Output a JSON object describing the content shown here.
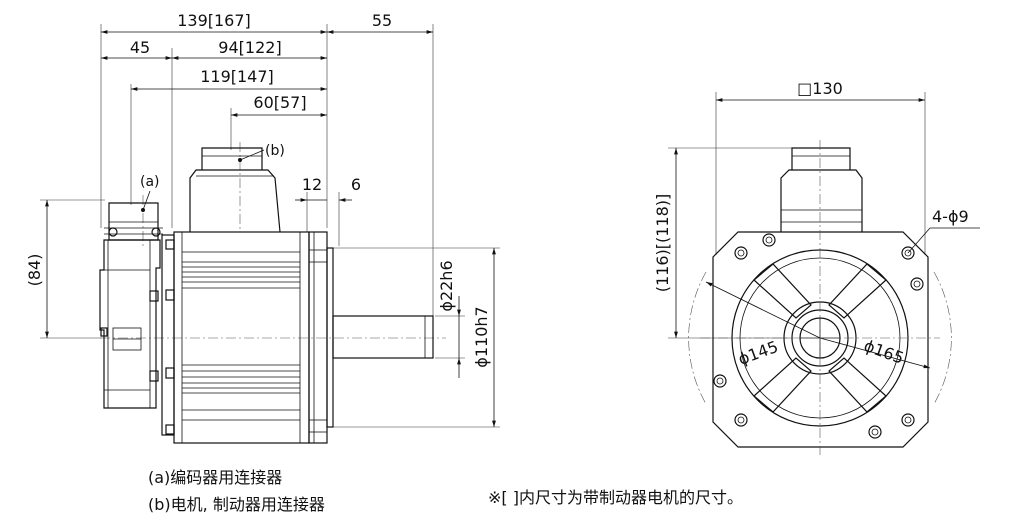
{
  "side_view": {
    "dims": {
      "total_length": "139[167]",
      "encoder_section": "45",
      "motor_body": "94[122]",
      "connector_to_flange": "119[147]",
      "connector_b_to_flange": "60[57]",
      "shaft_length": "55",
      "flange_thickness": "12",
      "shaft_step": "6",
      "connector_height": "(84)",
      "shaft_diameter": "ϕ22h6",
      "spigot_diameter": "ϕ110h7"
    },
    "labels": {
      "a": "(a)",
      "b": "(b)"
    }
  },
  "front_view": {
    "dims": {
      "flange_square": "□130",
      "height": "(116)[(118)]",
      "mount_holes": "4-ϕ9",
      "circle_145": "ϕ145",
      "circle_165": "ϕ165"
    }
  },
  "notes": {
    "legend_a": "(a)编码器用连接器",
    "legend_b": "(b)电机, 制动器用连接器",
    "bracket_note": "※[ ]内尺寸为带制动器电机的尺寸。"
  }
}
